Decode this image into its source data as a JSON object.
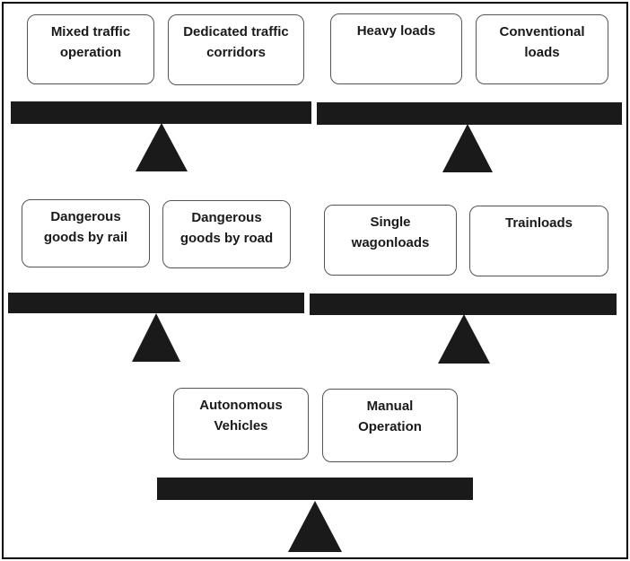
{
  "colors": {
    "beam": "#1a1a1a",
    "box_border": "#555555",
    "text": "#1a1a1a"
  },
  "balances": [
    {
      "left": {
        "label": "Mixed traffic\noperation"
      },
      "right": {
        "label": "Dedicated traffic\ncorridors"
      }
    },
    {
      "left": {
        "label": "Heavy loads"
      },
      "right": {
        "label": "Conventional\nloads"
      }
    },
    {
      "left": {
        "label": "Dangerous\ngoods by rail"
      },
      "right": {
        "label": "Dangerous\ngoods by road"
      }
    },
    {
      "left": {
        "label": "Single\nwagonloads"
      },
      "right": {
        "label": "Trainloads"
      }
    },
    {
      "left": {
        "label": "Autonomous\nVehicles"
      },
      "right": {
        "label": "Manual\nOperation"
      }
    }
  ]
}
